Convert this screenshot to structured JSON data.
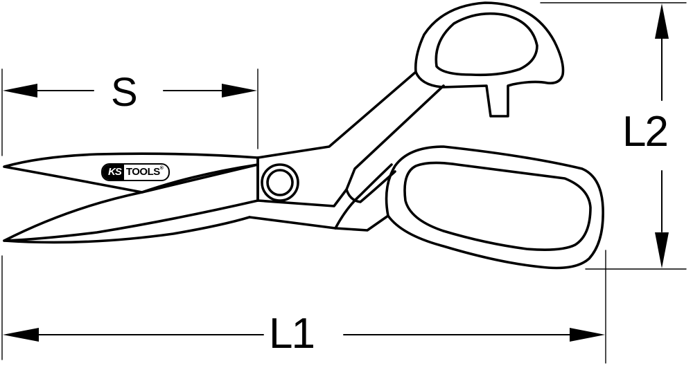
{
  "drawing": {
    "subject": "scissors technical line drawing",
    "stroke_color": "#000000",
    "background_color": "#ffffff"
  },
  "dimensions": {
    "blade_length": {
      "label": "S"
    },
    "overall_length": {
      "label": "L1"
    },
    "overall_height": {
      "label": "L2"
    }
  },
  "logo": {
    "brand_left": "KS",
    "brand_right": "TOOLS",
    "registered_mark": "®"
  }
}
